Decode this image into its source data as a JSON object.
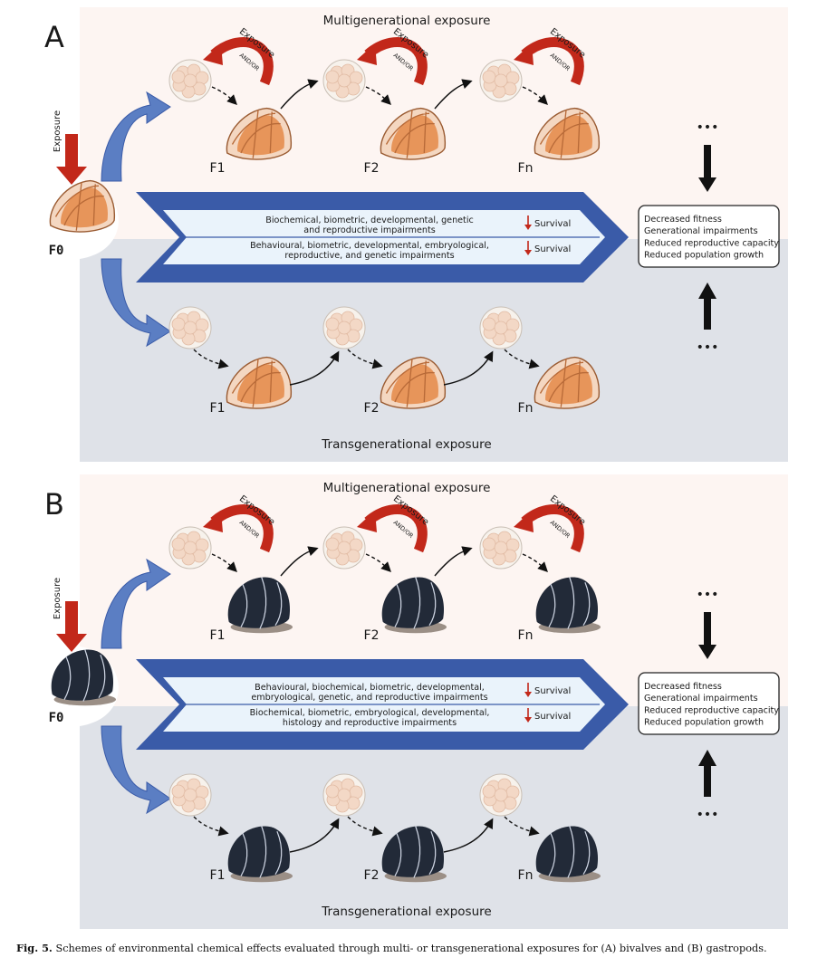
{
  "panels": [
    {
      "letter": "A",
      "organism": "bivalve",
      "top_title": "Multigenerational exposure",
      "bottom_title": "Transgenerational exposure",
      "f0_label": "F0",
      "f0_exposure": "Exposure",
      "cycle_exposure": "Exposure",
      "cycle_andor": "AND/OR",
      "gen_labels": [
        "F1",
        "F2",
        "Fn"
      ],
      "arrow_rows": [
        {
          "lines": [
            "Biochemical, biometric, developmental, genetic",
            "and reproductive impairments"
          ],
          "survival": "Survival"
        },
        {
          "lines": [
            "Behavioural, biometric, developmental, embryological,",
            "reproductive, and genetic impairments"
          ],
          "survival": "Survival"
        }
      ],
      "outcomes": [
        "Decreased fitness",
        "Generational impairments",
        "Reduced reproductive capacity",
        "Reduced population growth"
      ],
      "ellipsis": "•••"
    },
    {
      "letter": "B",
      "organism": "gastropod",
      "top_title": "Multigenerational exposure",
      "bottom_title": "Transgenerational exposure",
      "f0_label": "F0",
      "f0_exposure": "Exposure",
      "cycle_exposure": "Exposure",
      "cycle_andor": "AND/OR",
      "gen_labels": [
        "F1",
        "F2",
        "Fn"
      ],
      "arrow_rows": [
        {
          "lines": [
            "Behavioural, biochemical, biometric, developmental,",
            "embryological, genetic, and reproductive impairments"
          ],
          "survival": "Survival"
        },
        {
          "lines": [
            "Biochemical, biometric, embryological, developmental,",
            "histology  and reproductive impairments"
          ],
          "survival": "Survival"
        }
      ],
      "outcomes": [
        "Decreased fitness",
        "Generational impairments",
        "Reduced reproductive capacity",
        "Reduced population growth"
      ],
      "ellipsis": "•••"
    }
  ],
  "caption": {
    "label": "Fig. 5.",
    "text": "Schemes of environmental chemical effects evaluated through multi- or transgenerational exposures for (A) bivalves and (B) gastropods."
  },
  "colors": {
    "top_band": "#fdf5f2",
    "bottom_band": "#dfe2e8",
    "exposure_red": "#c2281a",
    "main_arrow": "#3a5ba8",
    "arrow_fill": "#eaf3fb",
    "egg": "#f3d8c6",
    "shell_orange": "#e7955a",
    "snail_dark": "#222a38"
  }
}
